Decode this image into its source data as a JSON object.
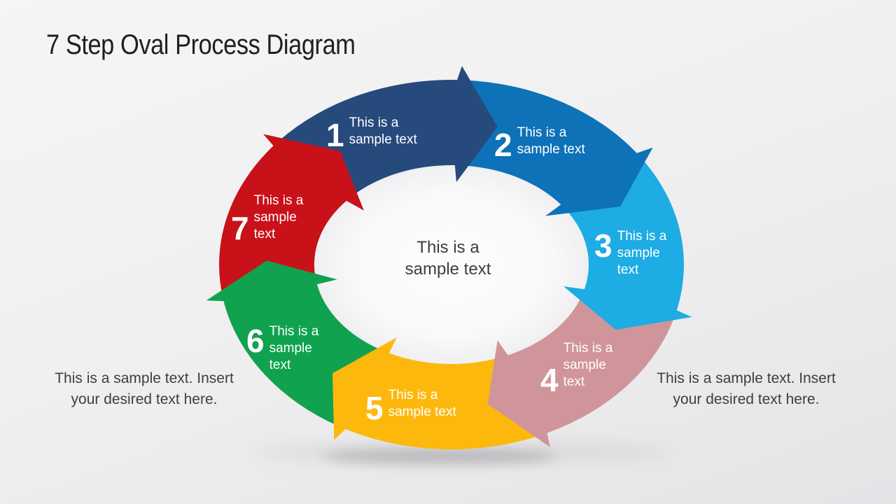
{
  "slide": {
    "title": "7 Step Oval Process Diagram",
    "center_label": "This is a sample text"
  },
  "steps": [
    {
      "number": "1",
      "label": "This is a sample text",
      "color": "#274a7c"
    },
    {
      "number": "2",
      "label": "This is a sample text",
      "color": "#0d72b8"
    },
    {
      "number": "3",
      "label": "This is a sample text",
      "color": "#1dace3"
    },
    {
      "number": "4",
      "label": "This is a sample text",
      "color": "#d0959a"
    },
    {
      "number": "5",
      "label": "This is a sample text",
      "color": "#fdb80e"
    },
    {
      "number": "6",
      "label": "This is a sample text",
      "color": "#10a24f"
    },
    {
      "number": "7",
      "label": "This is a sample text",
      "color": "#c9111a"
    }
  ],
  "notes": {
    "left": "This is a sample text. Insert your desired text here.",
    "right": "This is a sample text. Insert your desired text here."
  }
}
